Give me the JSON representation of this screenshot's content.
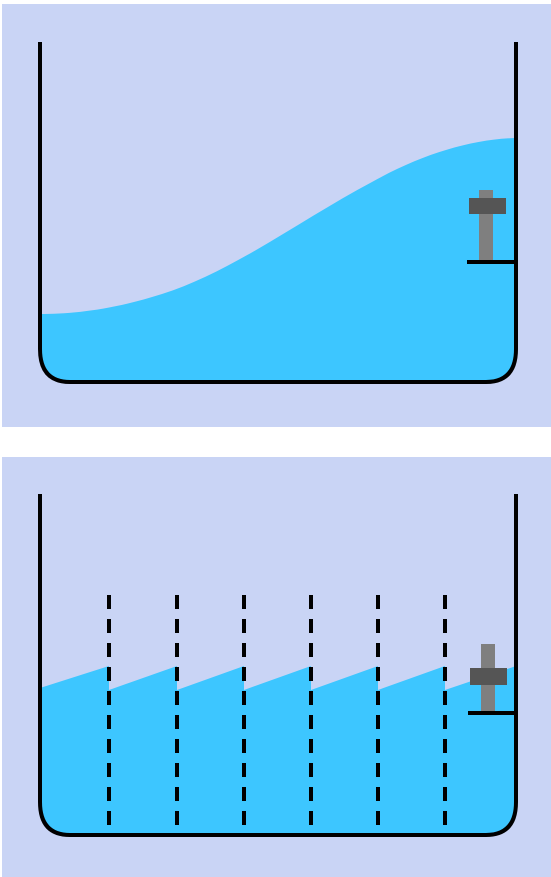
{
  "colors": {
    "background": "#c9d4f5",
    "water": "#3dc6ff",
    "tank_outline": "#000000",
    "sensor_body": "#7f7f7f",
    "sensor_collar": "#555555",
    "baffle": "#000000"
  },
  "panels": [
    {
      "id": "top",
      "description_icon": "sloshing-tank-without-baffles",
      "baffle_count": 0,
      "surface": "single-wave"
    },
    {
      "id": "bottom",
      "description_icon": "tank-with-slotted-baffles",
      "baffle_count": 6,
      "surface": "sawtooth-damped"
    }
  ]
}
